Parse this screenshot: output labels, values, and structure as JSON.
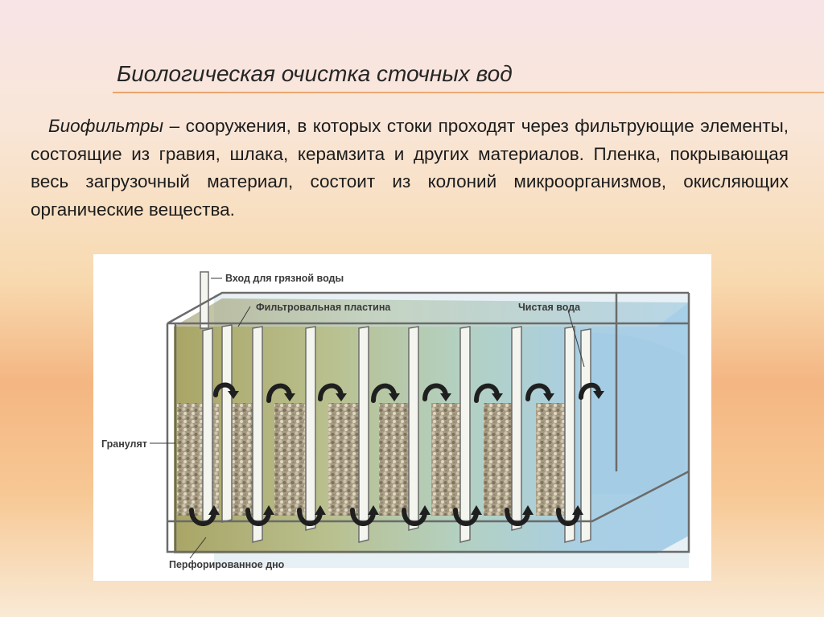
{
  "slide": {
    "title": "Биологическая очистка сточных вод",
    "term": "Биофильтры",
    "definition": " – сооружения, в которых стоки проходят через фильтрующие элементы, состоящие из гравия, шлака, керамзита и других материалов. Пленка, покрывающая весь загрузочный материал, состоит из колоний микроорганизмов, окисляющих органические вещества."
  },
  "diagram": {
    "labels": {
      "inlet": "Вход для грязной воды",
      "filter_plate": "Фильтровальная пластина",
      "clean_water": "Чистая вода",
      "granulate": "Гранулят",
      "perforated_bottom": "Перфорированное дно"
    },
    "colors": {
      "dirty_water": "#b9b47c",
      "clean_water": "#a9d0e6",
      "arrow": "#1f1f1f",
      "frame": "#6b6b6b"
    }
  }
}
